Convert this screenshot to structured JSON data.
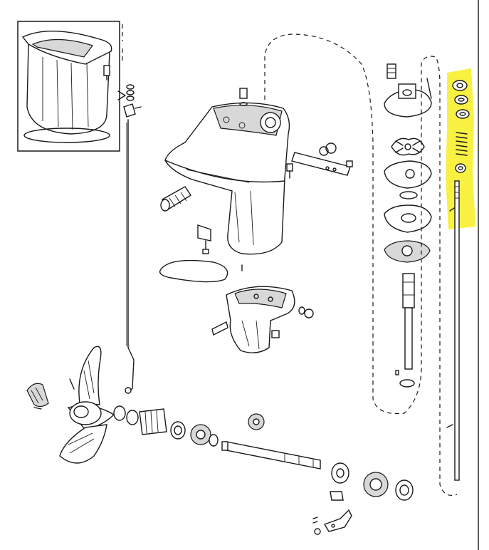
{
  "diagram": {
    "highlight_color": "#f7ef2e",
    "line_color": "#1a1a1a",
    "background_color": "#ffffff",
    "parts": [
      "inset-exhaust-housing",
      "shift-rod",
      "drive-shaft-housing",
      "water-tube",
      "exhaust-seal-ring",
      "lower-unit-gearcase",
      "water-pump-housing",
      "impeller",
      "pump-plate",
      "pump-gasket",
      "drive-shaft",
      "propeller",
      "propeller-nut",
      "propeller-shaft",
      "bearing-carrier",
      "reverse-gear",
      "pinion-gear",
      "clutch-dog",
      "forward-gear",
      "shift-lever",
      "highlighted-seal-stack",
      "highlighted-long-rod"
    ]
  }
}
